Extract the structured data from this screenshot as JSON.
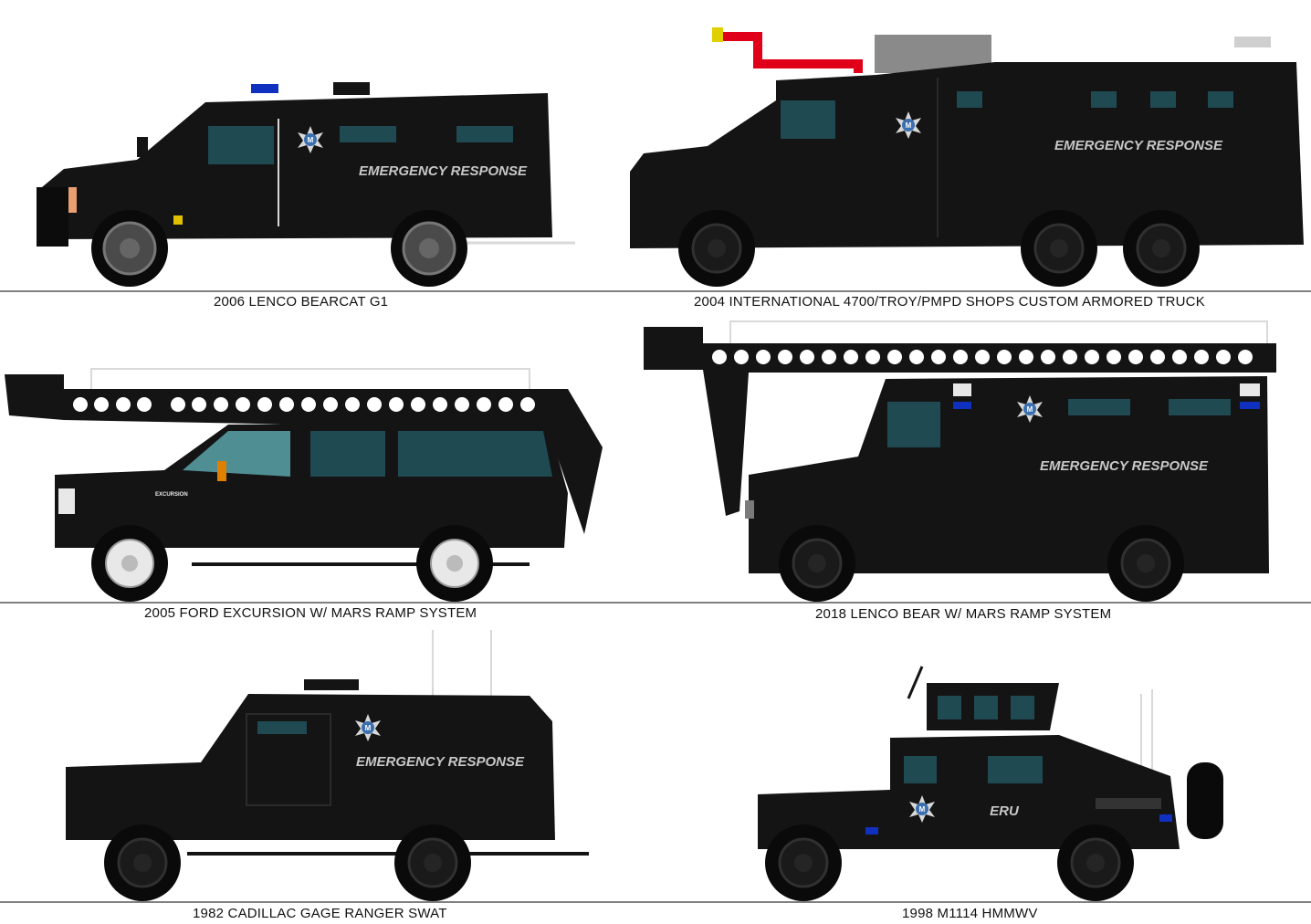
{
  "colors": {
    "body": "#141414",
    "glass": "#1f4a52",
    "glass_light": "#4f8e93",
    "chrome": "#d9d9d9",
    "hose": "#e0001a",
    "beacon": "#1030c0",
    "rule": "#000000"
  },
  "vehicles": [
    {
      "caption": "2006 LENCO BEARCAT G1",
      "decal": "EMERGENCY RESPONSE"
    },
    {
      "caption": "2004 INTERNATIONAL 4700/TROY/PMPD SHOPS CUSTOM ARMORED TRUCK",
      "decal": "EMERGENCY RESPONSE"
    },
    {
      "caption": "2005 FORD EXCURSION W/ MARS RAMP SYSTEM",
      "decal": "EXCURSION"
    },
    {
      "caption": "2018 LENCO BEAR W/ MARS RAMP SYSTEM",
      "decal": "EMERGENCY RESPONSE"
    },
    {
      "caption": "1982 CADILLAC GAGE RANGER SWAT",
      "decal": "EMERGENCY RESPONSE"
    },
    {
      "caption": "1998 M1114 HMMWV",
      "decal": "ERU"
    }
  ],
  "icons": {
    "badge": "star-badge-icon",
    "wheel": "wheel-icon"
  }
}
